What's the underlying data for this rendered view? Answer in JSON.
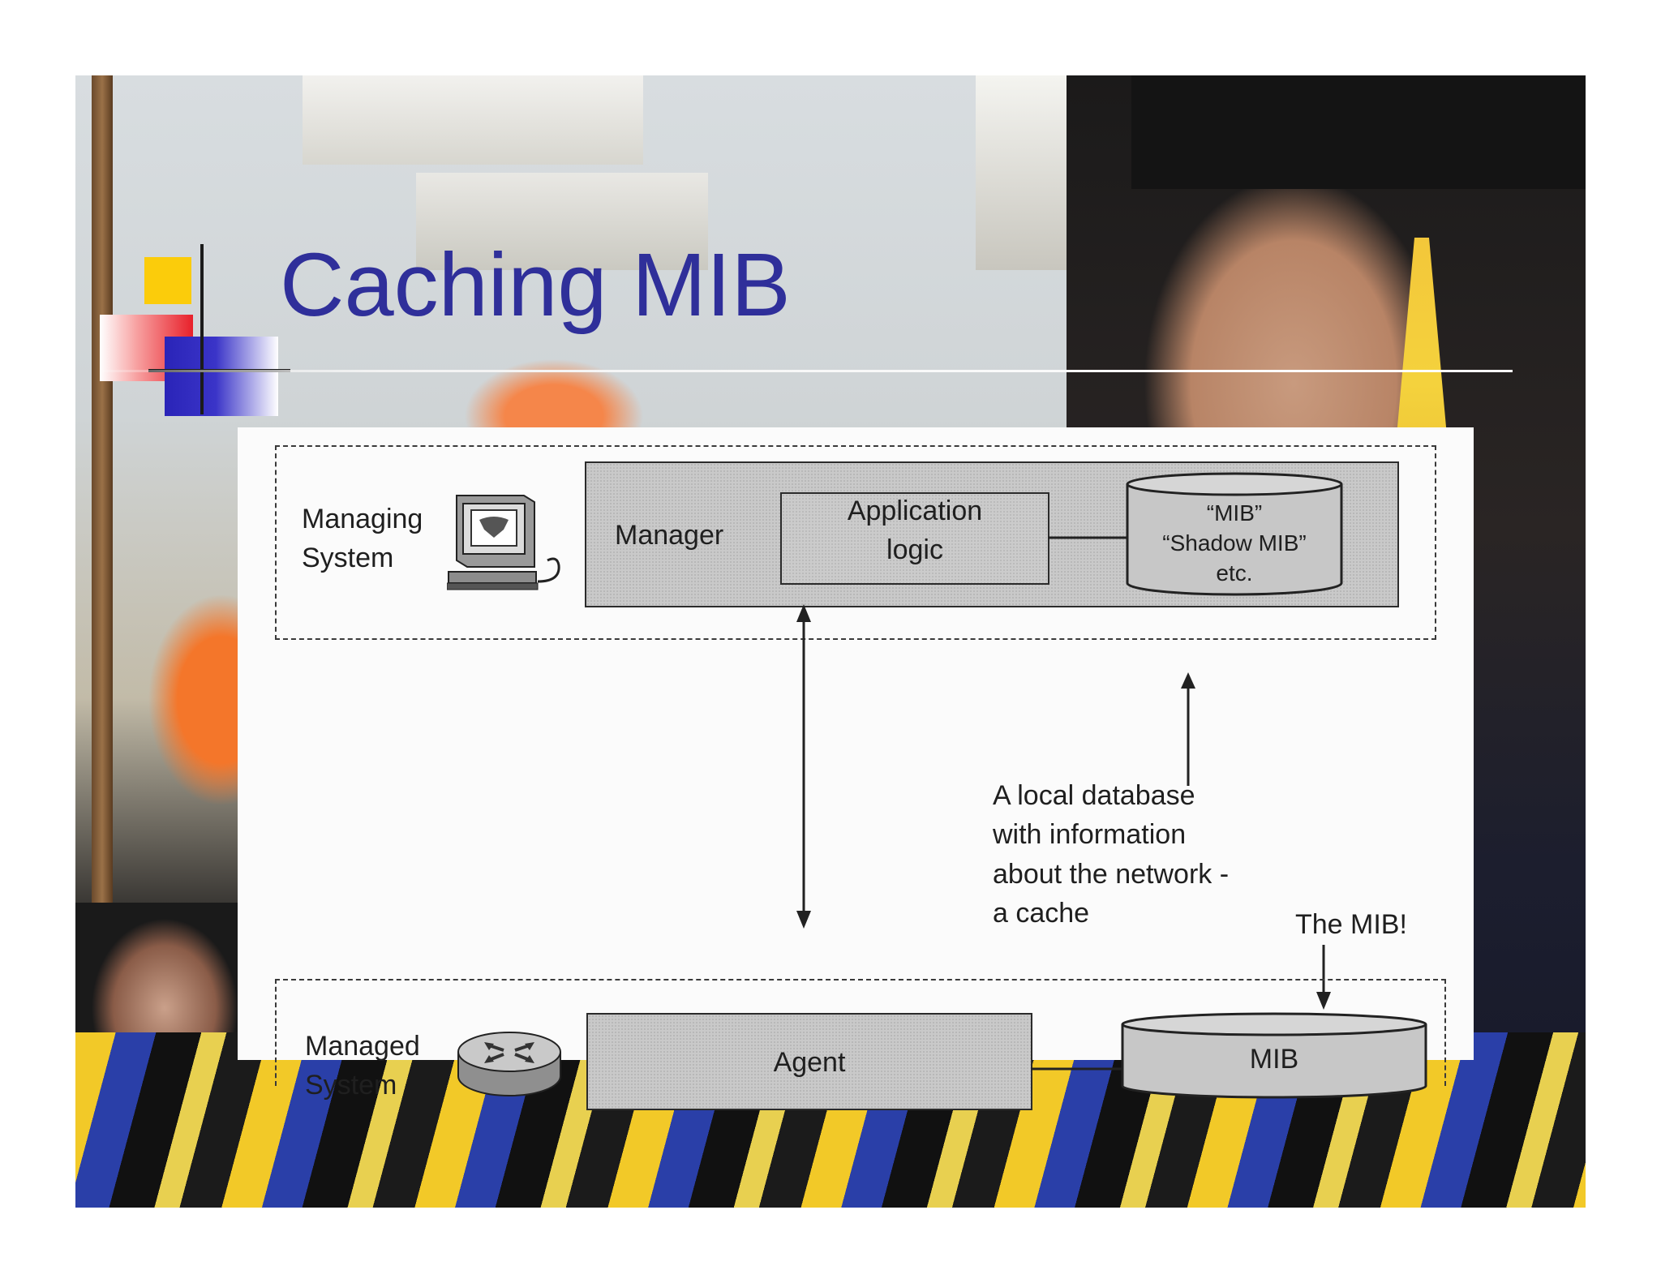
{
  "slide": {
    "title": "Caching MIB"
  },
  "diagram": {
    "managing_system_label": "Managing\nSystem",
    "manager_label": "Manager",
    "application_logic_label": "Application\nlogic",
    "local_mib": {
      "line1": "“MIB”",
      "line2": "“Shadow MIB”",
      "line3": "etc."
    },
    "annotation_local_db": "A local database\nwith information\nabout the network -\na cache",
    "annotation_the_mib": "The MIB!",
    "managed_system_label": "Managed\nSystem",
    "agent_label": "Agent",
    "mib_label": "MIB"
  },
  "icons": [
    "workstation-icon",
    "router-icon"
  ]
}
